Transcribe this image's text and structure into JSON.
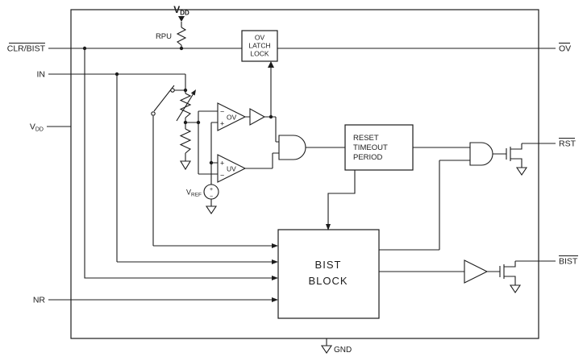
{
  "colors": {
    "line": "#1c1c1c",
    "background": "#ffffff"
  },
  "pins": {
    "clr_bist": "CLR/BIST",
    "in": "IN",
    "vdd_base": "V",
    "vdd_sub": "DD",
    "nr": "NR",
    "ov": "OV",
    "rst": "RST",
    "bist": "BIST",
    "gnd": "GND"
  },
  "power": {
    "vdd_top_base": "V",
    "vdd_top_sub": "DD",
    "rpu": "RPU",
    "vref_base": "V",
    "vref_sub": "REF"
  },
  "blocks": {
    "ov_latch": {
      "line1": "OV",
      "line2": "LATCH",
      "line3": "LOCK"
    },
    "reset_timeout": {
      "line1": "RESET",
      "line2": "TIMEOUT",
      "line3": "PERIOD"
    },
    "bist": {
      "line1": "BIST",
      "line2": "BLOCK"
    }
  },
  "comparators": {
    "ov_label": "OV",
    "uv_label": "UV",
    "plus": "+",
    "minus": "−"
  }
}
